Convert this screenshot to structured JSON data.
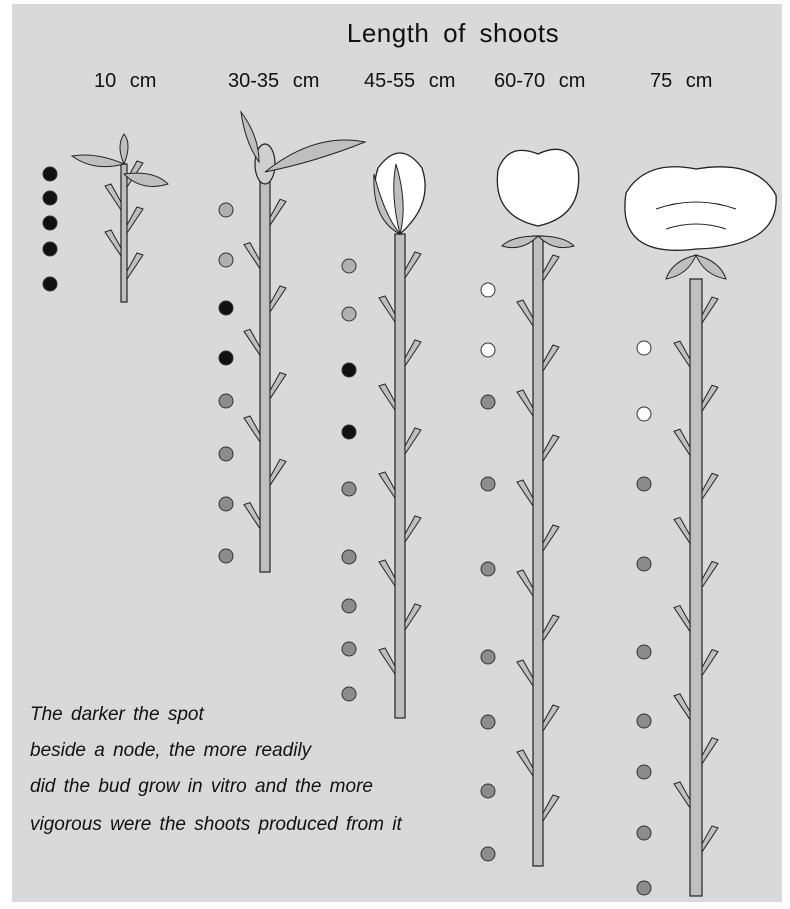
{
  "title": "Length of shoots",
  "columns": [
    {
      "label": "10 cm"
    },
    {
      "label": "30-35 cm"
    },
    {
      "label": "45-55 cm"
    },
    {
      "label": "60-70 cm"
    },
    {
      "label": "75 cm"
    }
  ],
  "caption": {
    "line1": "The darker the spot",
    "line2": "beside a node, the more readily",
    "line3": "did the bud grow in vitro and the more",
    "line4": "vigorous were the shoots produced from it"
  },
  "colors": {
    "background": "#d9d9d9",
    "stem": "#bfbfbf",
    "outline": "#222222",
    "spot_dark": "#111111",
    "spot_mid": "#8c8c8c",
    "spot_light": "#b0b0b0",
    "spot_white": "#ffffff"
  },
  "node_spots": {
    "shoot_10": [
      "dark",
      "dark",
      "dark",
      "dark",
      "dark"
    ],
    "shoot_30_35": [
      "light",
      "light",
      "dark",
      "dark",
      "mid",
      "mid",
      "mid",
      "mid"
    ],
    "shoot_45_55": [
      "light",
      "light",
      "dark",
      "dark",
      "mid",
      "mid",
      "mid",
      "mid",
      "mid"
    ],
    "shoot_60_70": [
      "white",
      "white",
      "mid",
      "mid",
      "mid",
      "mid",
      "mid",
      "mid",
      "mid"
    ],
    "shoot_75": [
      "white",
      "white",
      "mid",
      "mid",
      "mid",
      "mid",
      "mid",
      "mid",
      "mid"
    ]
  }
}
